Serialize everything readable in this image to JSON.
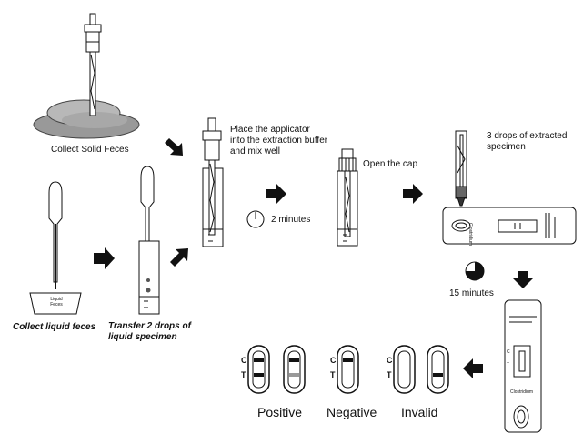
{
  "steps": {
    "collect_solid": "Collect Solid Feces",
    "collect_liquid": "Collect liquid feces",
    "liquid_feces_label": "Liquid\nFeces",
    "transfer_drops": "Transfer 2 drops of\nliquid specimen",
    "place_applicator": "Place the applicator\ninto the extraction buffer\nand mix well",
    "wait_2": "2 minutes",
    "open_cap": "Open the cap",
    "three_drops": "3 drops of extracted\nspecimen",
    "wait_15": "15 minutes"
  },
  "device": {
    "brand_text": "Clostridium",
    "c_mark": "C",
    "t_mark": "T"
  },
  "results": {
    "positive": "Positive",
    "negative": "Negative",
    "invalid": "Invalid",
    "c_label": "C",
    "t_label": "T"
  },
  "icons": [
    "timer-icon",
    "arrow-icon",
    "applicator-icon",
    "pipette-icon",
    "tube-icon",
    "test-cassette-icon"
  ]
}
